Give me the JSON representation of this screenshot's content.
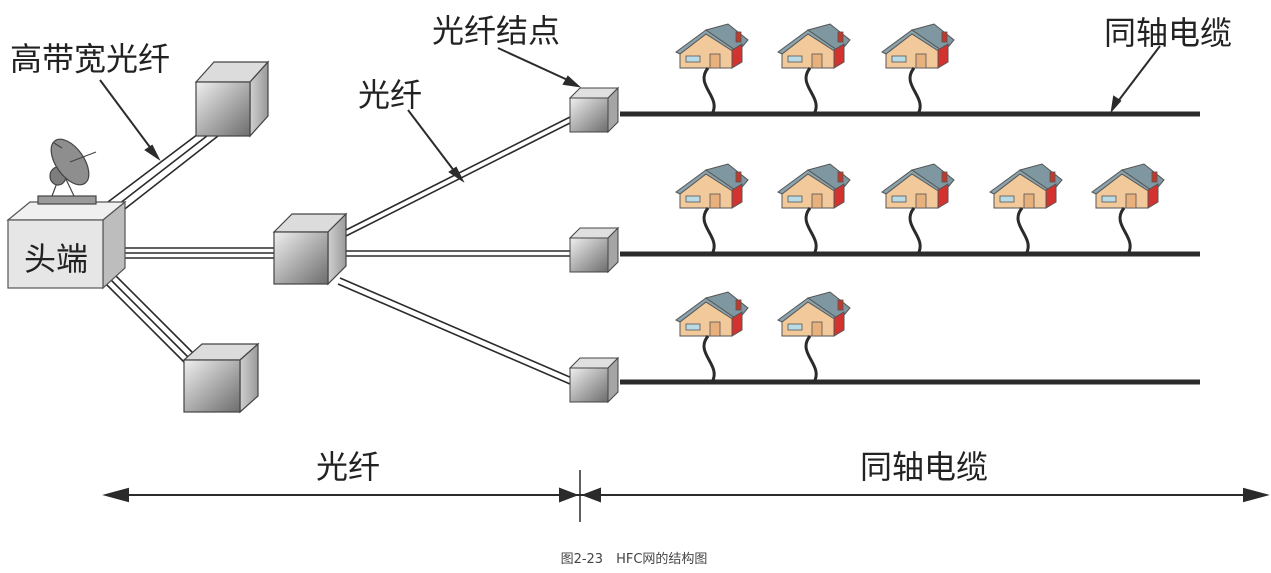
{
  "labels": {
    "broadband_fiber": "高带宽光纤",
    "fiber_node": "光纤结点",
    "fiber_mid": "光纤",
    "coax_top": "同轴电缆",
    "headend": "头端",
    "bottom_fiber": "光纤",
    "bottom_coax": "同轴电缆"
  },
  "caption": "图2-23　HFC网的结构图",
  "houses_per_branch": [
    3,
    5,
    2
  ],
  "colors": {
    "line": "#2b2b2b",
    "house_wall": "#f2c99a",
    "house_roof": "#8aa3ad",
    "house_accent": "#d2332f",
    "box_light": "#e8e8e8",
    "box_dark": "#7a7a7a"
  }
}
